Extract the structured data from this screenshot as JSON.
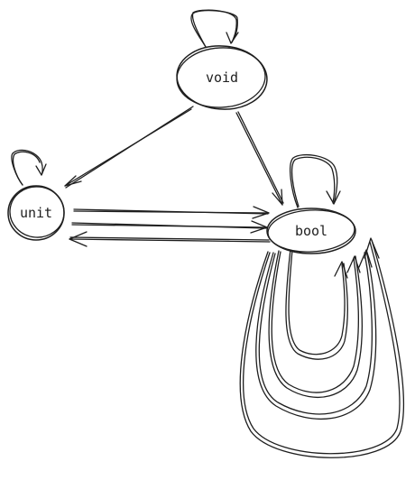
{
  "diagram": {
    "nodes": {
      "void": "void",
      "unit": "unit",
      "bool": "bool"
    },
    "edges": [
      {
        "from": "void",
        "to": "void"
      },
      {
        "from": "void",
        "to": "unit"
      },
      {
        "from": "void",
        "to": "bool"
      },
      {
        "from": "unit",
        "to": "unit"
      },
      {
        "from": "unit",
        "to": "bool"
      },
      {
        "from": "unit",
        "to": "bool"
      },
      {
        "from": "bool",
        "to": "unit"
      },
      {
        "from": "bool",
        "to": "bool"
      },
      {
        "from": "bool",
        "to": "bool"
      },
      {
        "from": "bool",
        "to": "bool"
      },
      {
        "from": "bool",
        "to": "bool"
      },
      {
        "from": "bool",
        "to": "bool"
      }
    ],
    "stroke_color": "#1e1e1e",
    "background_color": "#ffffff"
  }
}
